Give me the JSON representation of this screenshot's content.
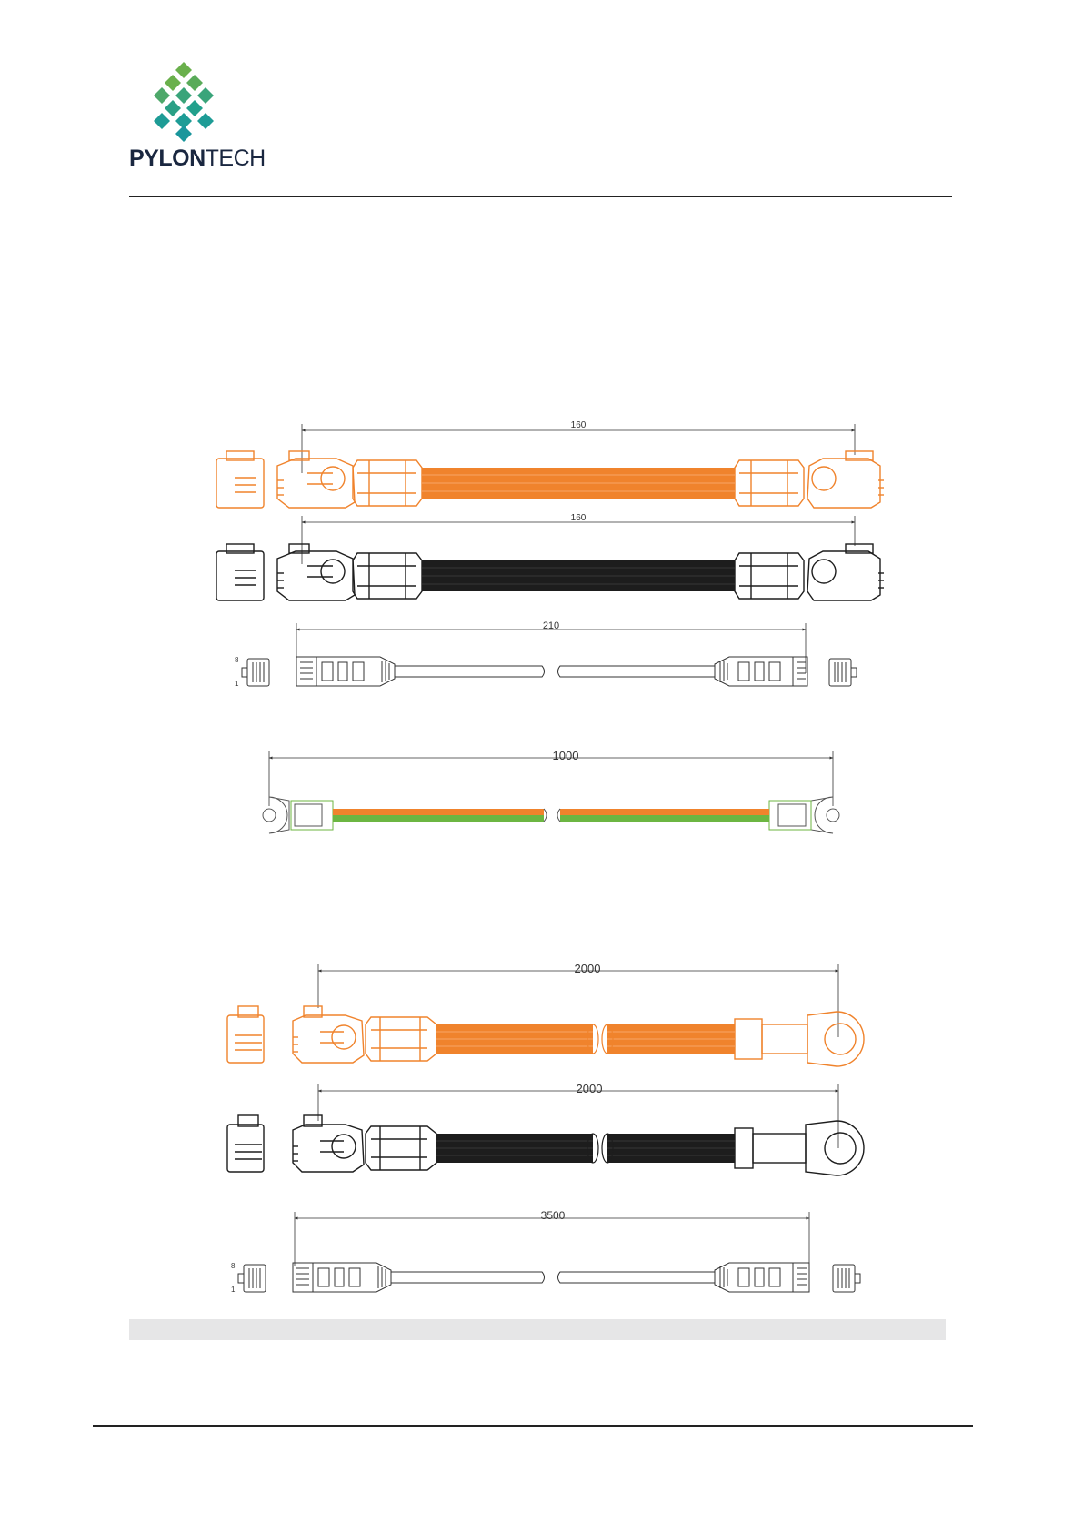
{
  "brand": {
    "name_bold": "PYLON",
    "name_light": "TECH",
    "colors": {
      "green": "#6ab04c",
      "teal": "#1e9c96",
      "text": "#1a2740"
    }
  },
  "colors": {
    "orange": "#f0832c",
    "black": "#1d1d1d",
    "green": "#6cb642",
    "band_gray": "#e6e6e7"
  },
  "cables": [
    {
      "id": "power-orange-short",
      "dimension": "160"
    },
    {
      "id": "power-black-short",
      "dimension": "160"
    },
    {
      "id": "comm-rj45-short",
      "dimension": "210",
      "pin_top": "8",
      "pin_bottom": "1"
    },
    {
      "id": "ground-ring",
      "dimension": "1000"
    },
    {
      "id": "power-orange-long",
      "dimension": "2000"
    },
    {
      "id": "power-black-long",
      "dimension": "2000"
    },
    {
      "id": "comm-rj45-long",
      "dimension": "3500",
      "pin_top": "8",
      "pin_bottom": "1"
    }
  ]
}
